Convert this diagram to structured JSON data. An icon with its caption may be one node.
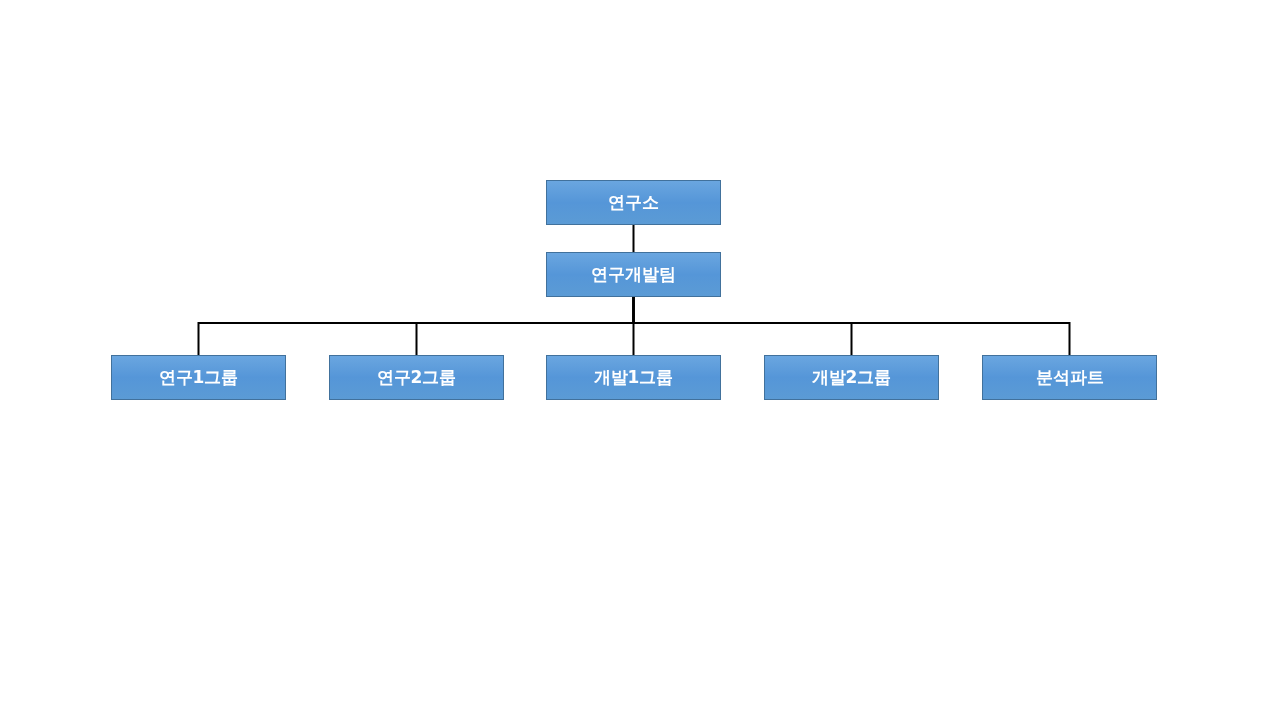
{
  "diagram": {
    "nodes": [
      {
        "text": [
          "연구소"
        ]
      },
      {
        "text": [
          "연구개발팀"
        ]
      },
      {
        "text": [
          "연구1그룹"
        ]
      },
      {
        "text": [
          "연구2그룹"
        ]
      },
      {
        "text": [
          "개발1그룹"
        ]
      },
      {
        "text": [
          "개발2그룹"
        ]
      },
      {
        "text": [
          "분석파트"
        ]
      }
    ],
    "edges": [
      {
        "from": 0,
        "to": 1,
        "arrow": "none"
      },
      {
        "from": 1,
        "to": 2,
        "arrow": "none"
      },
      {
        "from": 1,
        "to": 3,
        "arrow": "none"
      },
      {
        "from": 1,
        "to": 4,
        "arrow": "none"
      },
      {
        "from": 1,
        "to": 5,
        "arrow": "none"
      },
      {
        "from": 1,
        "to": 6,
        "arrow": "none"
      }
    ]
  }
}
